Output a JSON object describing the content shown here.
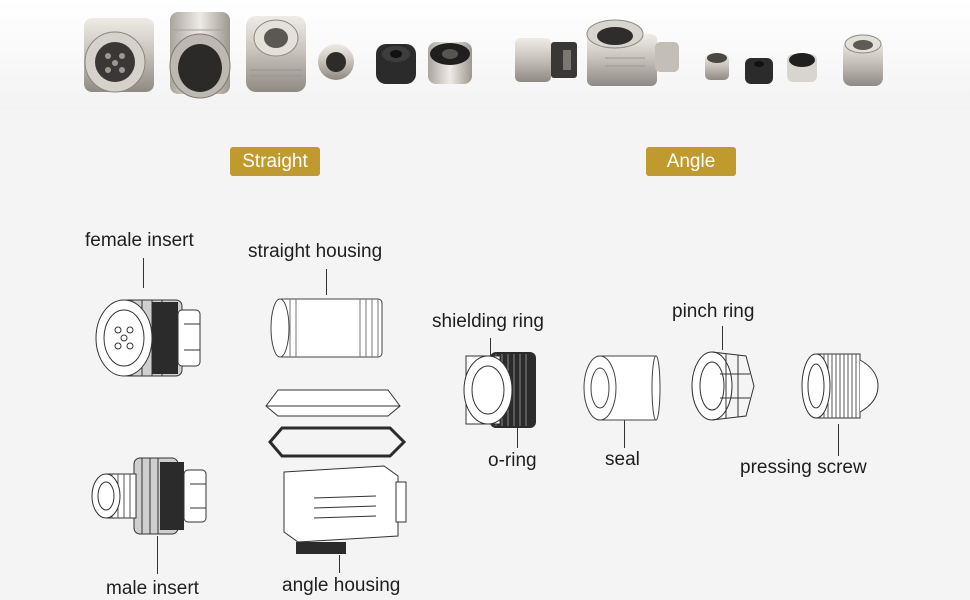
{
  "badges": {
    "straight": "Straight",
    "angle": "Angle"
  },
  "colors": {
    "badge": "#c19a2e",
    "background": "#f4f4f4",
    "line": "#333333",
    "metal": "#c8c4bf",
    "rubber": "#2b2b2b"
  },
  "labels": {
    "female_insert": "female insert",
    "straight_housing": "straight housing",
    "shielding_ring": "shielding ring",
    "pinch_ring": "pinch ring",
    "o_ring": "o-ring",
    "seal": "seal",
    "pressing_screw": "pressing screw",
    "male_insert": "male insert",
    "angle_housing": "angle housing"
  }
}
